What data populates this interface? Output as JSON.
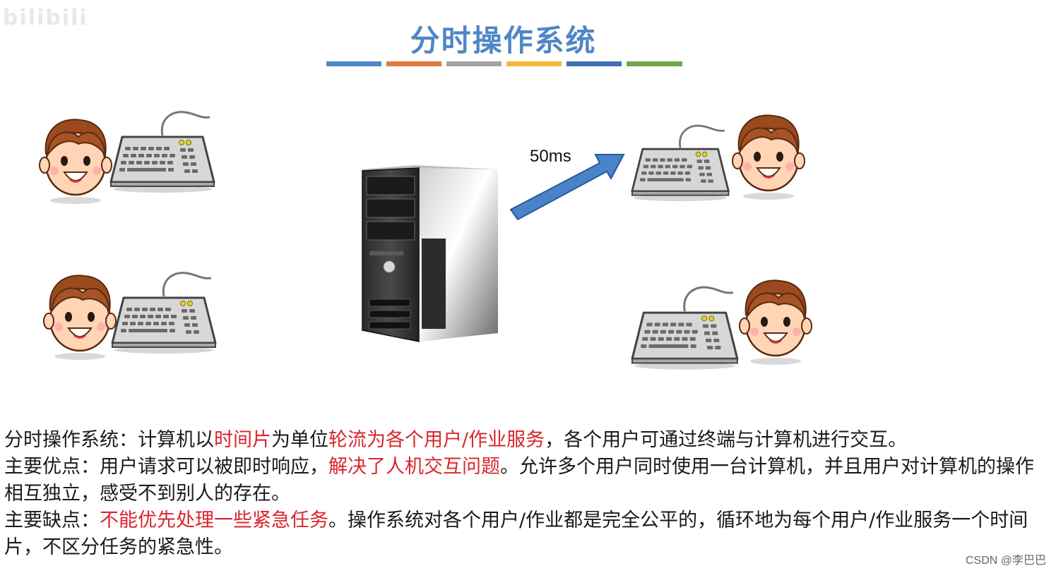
{
  "watermark": "bilibili",
  "slide": {
    "title": "分时操作系统",
    "underline_colors": [
      "#4f86c6",
      "#e07a3c",
      "#a3a3a3",
      "#f2b935",
      "#3f6fb5",
      "#6ea84a"
    ],
    "arrow_label": "50ms"
  },
  "description": {
    "line1": {
      "t1": "分时操作系统：计算机以",
      "r1": "时间片",
      "t2": "为单位",
      "r2": "轮流为各个用户/作业服务",
      "t3": "，各个用户可通过终端与计算机进行交互。"
    },
    "line2": {
      "t1": "主要优点：用户请求可以被即时响应，",
      "r1": "解决了人机交互问题",
      "t2": "。允许多个用户同时使用一台计算机，并且用户对计算机的操作相互独立，感受不到别人的存在。"
    },
    "line3": {
      "t1": "主要缺点：",
      "r1": "不能优先处理一些紧急任务",
      "t2": "。操作系统对各个用户/作业都是完全公平的，循环地为每个用户/作业服务一个时间片，不区分任务的紧急性。"
    }
  },
  "credit": "CSDN @李巴巴"
}
